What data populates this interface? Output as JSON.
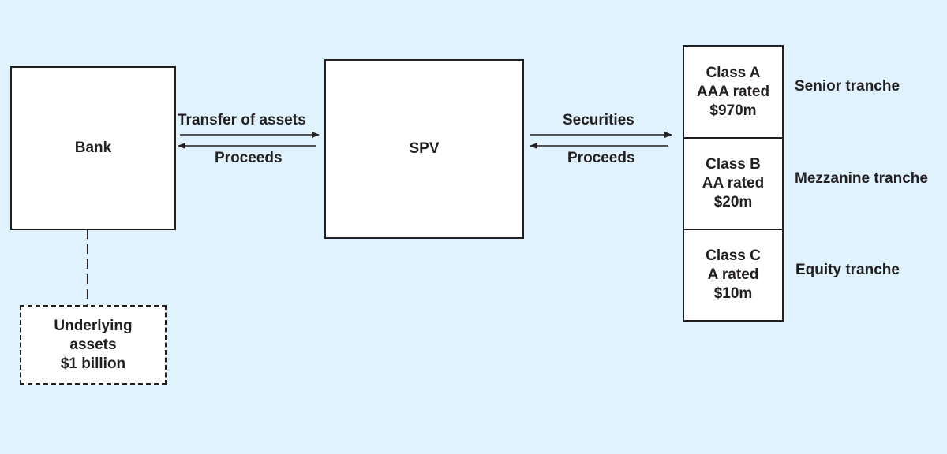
{
  "diagram": {
    "bank": {
      "label": "Bank"
    },
    "spv": {
      "label": "SPV"
    },
    "underlying": {
      "line1": "Underlying",
      "line2": "assets",
      "line3": "$1 billion"
    },
    "bank_spv": {
      "top_label": "Transfer of assets",
      "bottom_label": "Proceeds"
    },
    "spv_investors": {
      "top_label": "Securities",
      "bottom_label": "Proceeds"
    },
    "tranches": [
      {
        "class": "Class A",
        "rating": "AAA rated",
        "amount": "$970m",
        "name": "Senior tranche"
      },
      {
        "class": "Class B",
        "rating": "AA rated",
        "amount": "$20m",
        "name": "Mezzanine tranche"
      },
      {
        "class": "Class C",
        "rating": "A rated",
        "amount": "$10m",
        "name": "Equity tranche"
      }
    ],
    "colors": {
      "background": "#e0f2fd",
      "box_fill": "#ffffff",
      "line": "#231f20"
    }
  }
}
